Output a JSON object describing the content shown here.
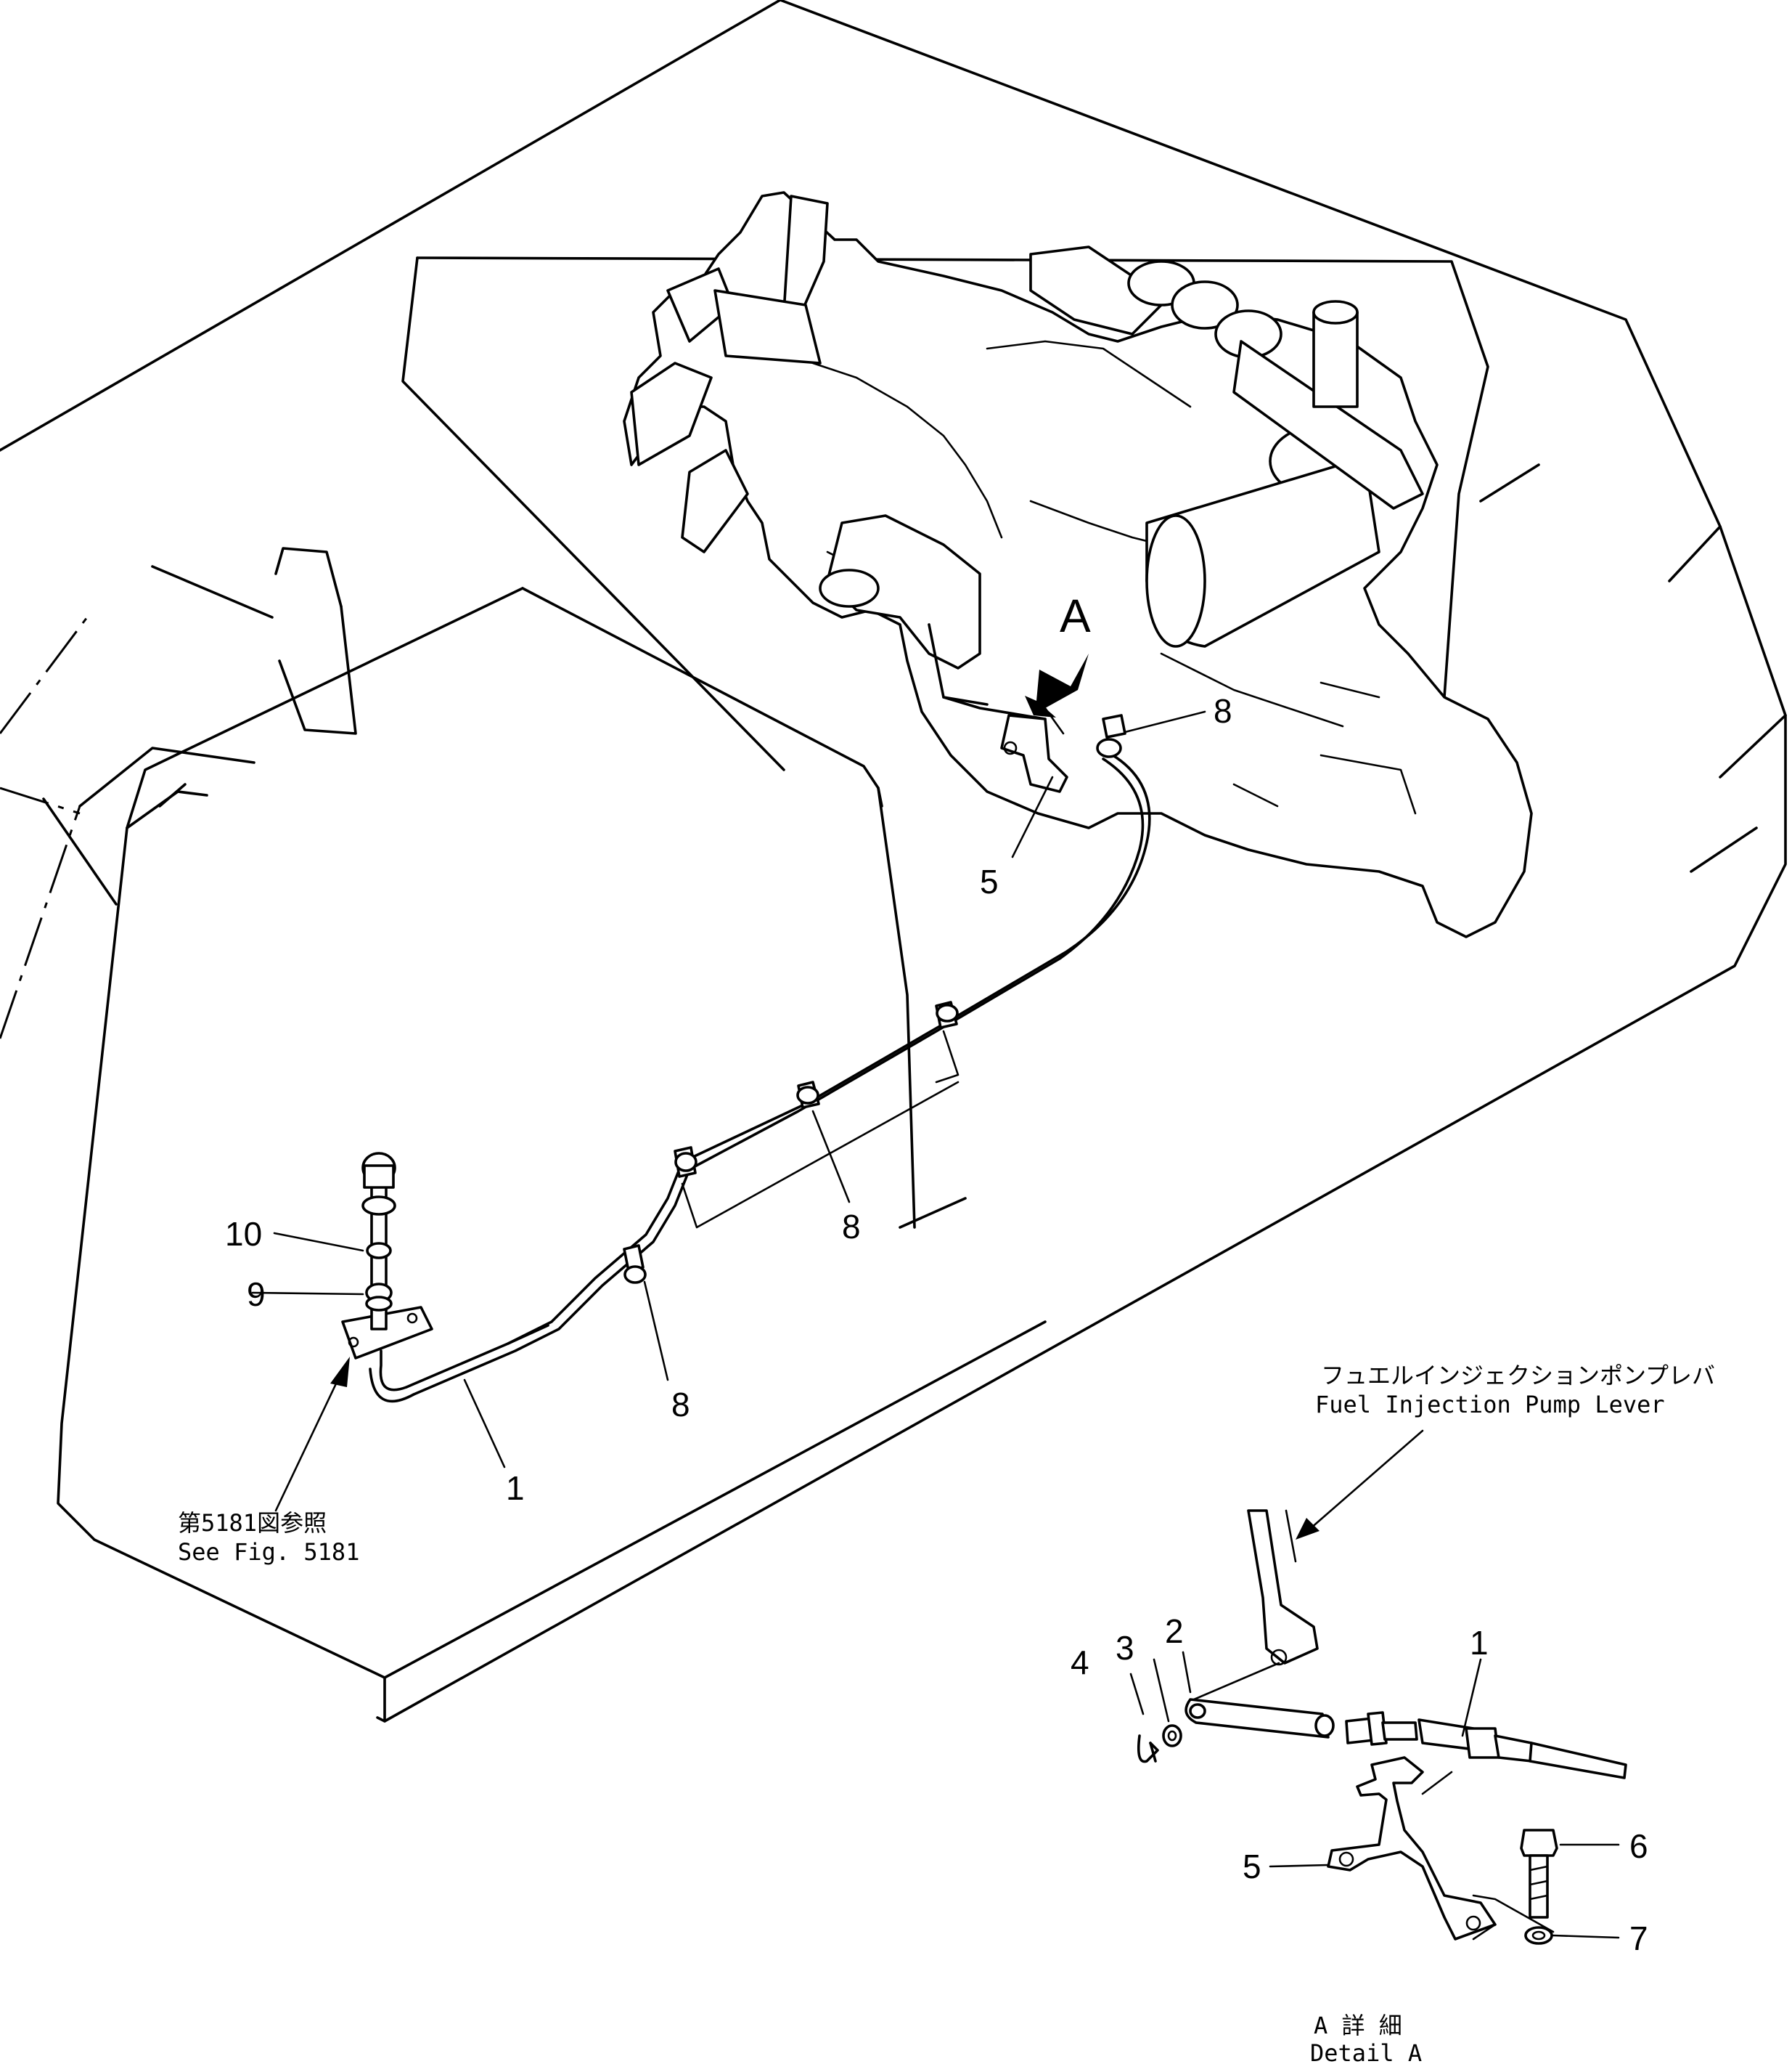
{
  "view_label": "A",
  "callouts": {
    "c1_main": "1",
    "c5_main": "5",
    "c8_top": "8",
    "c8_mid": "8",
    "c8_low": "8",
    "c9": "9",
    "c10": "10",
    "c1_detail": "1",
    "c2_detail": "2",
    "c3_detail": "3",
    "c4_detail": "4",
    "c5_detail": "5",
    "c6_detail": "6",
    "c7_detail": "7"
  },
  "notes": {
    "fig_ref_jp": "第5181図参照",
    "fig_ref_en": "See  Fig.  5181",
    "lever_jp": "フュエルインジェクションポンプレバ",
    "lever_en": "Fuel  Injection  Pump  Lever",
    "detail_jp": "A  詳 細",
    "detail_en": "Detail  A"
  }
}
